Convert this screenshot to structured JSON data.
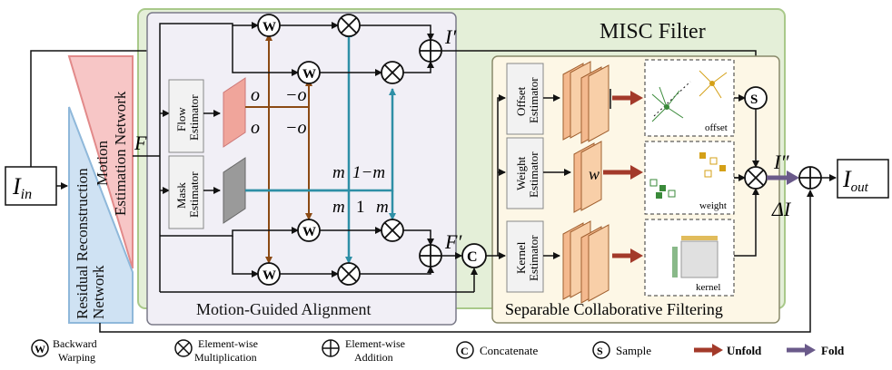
{
  "misc_filter": {
    "title": "MISC Filter"
  },
  "motion_estimation": {
    "label_line1": "Motion",
    "label_line2": "Estimation Network"
  },
  "residual_reconstruction": {
    "label_line1": "Residual Reconstruction",
    "label_line2": "Network"
  },
  "mga": {
    "title": "Motion-Guided Alignment",
    "flow_line1": "Flow",
    "flow_line2": "Estimator",
    "mask_line1": "Mask",
    "mask_line2": "Estimator"
  },
  "scf": {
    "title": "Separable Collaborative Filtering",
    "offset_line1": "Offset",
    "offset_line2": "Estimator",
    "weight_line1": "Weight",
    "weight_line2": "Estimator",
    "kernel_line1": "Kernel",
    "kernel_line2": "Estimator",
    "offset_caption": "offset",
    "weight_caption": "weight",
    "kernel_caption": "kernel"
  },
  "symbols": {
    "I_in": "I",
    "I_in_sub": "in",
    "I_out": "I",
    "I_out_sub": "out",
    "I_prime": "I′",
    "I_double_prime": "I″",
    "delta_I": "ΔI",
    "F": "F",
    "F_prime": "F′",
    "o_top": "o",
    "neg_o_top": "−o",
    "o_bottom": "o",
    "neg_o_bottom": "−o",
    "m_top": "m",
    "one_minus_m_top": "1−m",
    "m_bottom": "m",
    "one_bottom": "1",
    "one_minus_m_bottom": "m",
    "w": "w",
    "W": "W",
    "C": "C",
    "S": "S"
  },
  "legend": {
    "backward_warping_line1": "Backward",
    "backward_warping_line2": "Warping",
    "element_mult_line1": "Element-wise",
    "element_mult_line2": "Multiplication",
    "element_add_line1": "Element-wise",
    "element_add_line2": "Addition",
    "concatenate": "Concatenate",
    "sample": "Sample",
    "unfold": "Unfold",
    "fold": "Fold"
  },
  "colors": {
    "misc_bg": "#e4efd8",
    "misc_border": "#a9c98a",
    "mga_bg": "#f1eff6",
    "scf_bg": "#fdf7e6",
    "motion_pink": "#f7c6c6",
    "residual_blue": "#cfe2f3",
    "brown_line": "#8b4a14",
    "teal_line": "#2e8fa6",
    "unfold_arrow": "#a33a2a",
    "fold_arrow": "#6a5a8a"
  }
}
